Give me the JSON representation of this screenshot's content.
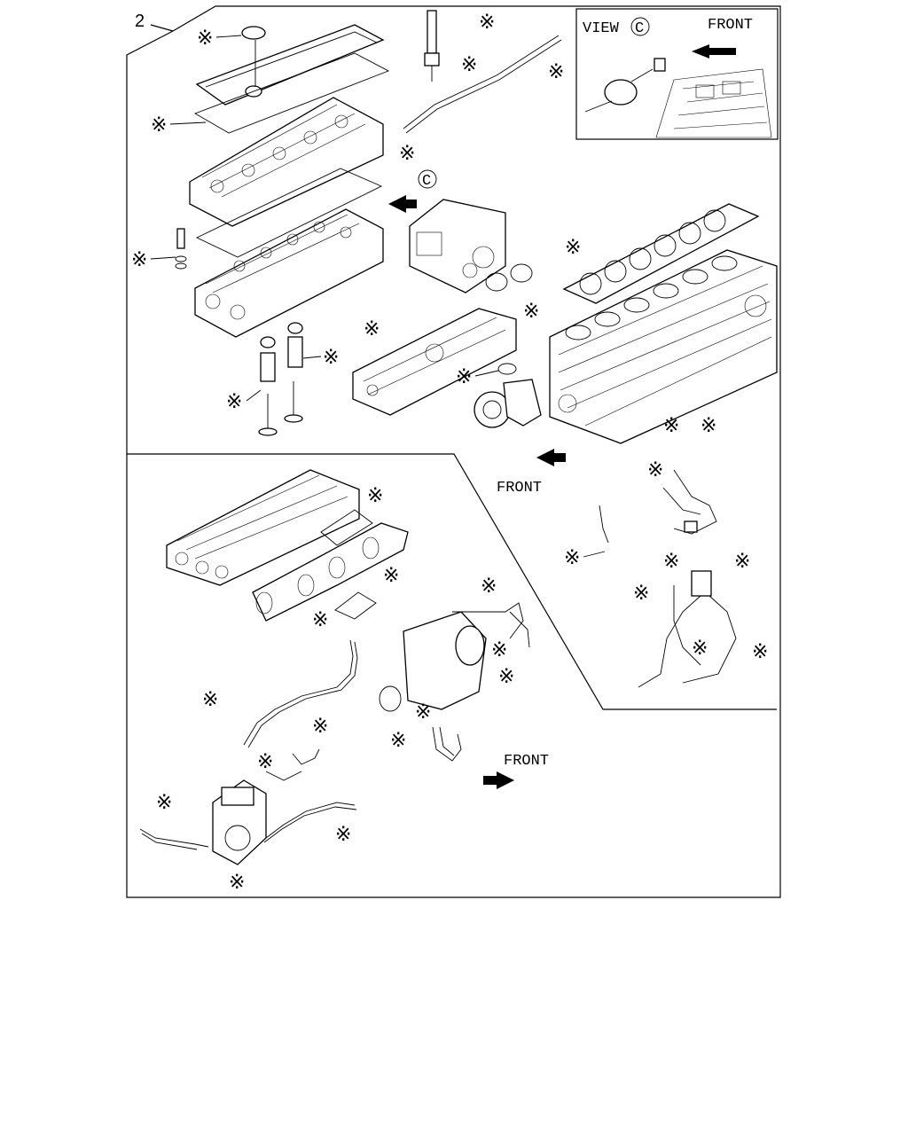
{
  "figure": {
    "assembly_number": "2",
    "view_label": "VIEW",
    "view_letter": "C",
    "callout_letter": "C",
    "front_label": "FRONT",
    "kit_marker": "※"
  }
}
